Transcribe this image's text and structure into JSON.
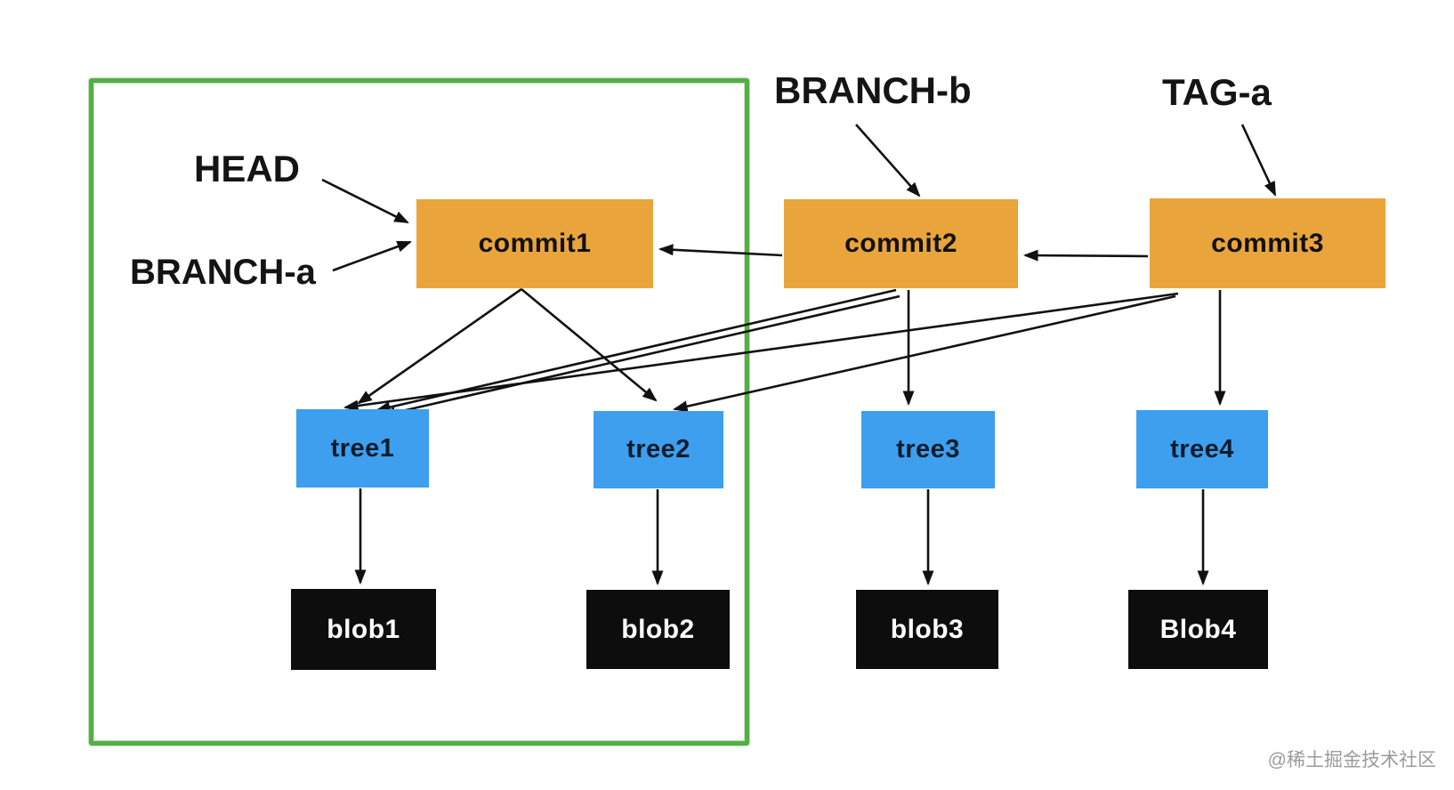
{
  "diagram": {
    "nodes": [
      {
        "id": "commit1",
        "label": "commit1",
        "type": "commit"
      },
      {
        "id": "commit2",
        "label": "commit2",
        "type": "commit"
      },
      {
        "id": "commit3",
        "label": "commit3",
        "type": "commit"
      },
      {
        "id": "tree1",
        "label": "tree1",
        "type": "tree"
      },
      {
        "id": "tree2",
        "label": "tree2",
        "type": "tree"
      },
      {
        "id": "tree3",
        "label": "tree3",
        "type": "tree"
      },
      {
        "id": "tree4",
        "label": "tree4",
        "type": "tree"
      },
      {
        "id": "blob1",
        "label": "blob1",
        "type": "blob"
      },
      {
        "id": "blob2",
        "label": "blob2",
        "type": "blob"
      },
      {
        "id": "blob3",
        "label": "blob3",
        "type": "blob"
      },
      {
        "id": "blob4",
        "label": "Blob4",
        "type": "blob"
      }
    ],
    "refs": [
      {
        "id": "head",
        "label": "HEAD",
        "points_to": "commit1"
      },
      {
        "id": "branch-a",
        "label": "BRANCH-a",
        "points_to": "commit1"
      },
      {
        "id": "branch-b",
        "label": "BRANCH-b",
        "points_to": "commit2"
      },
      {
        "id": "tag-a",
        "label": "TAG-a",
        "points_to": "commit3"
      }
    ],
    "edges": [
      {
        "id": "commit2-commit1",
        "from": "commit2",
        "to": "commit1"
      },
      {
        "id": "commit3-commit2",
        "from": "commit3",
        "to": "commit2"
      },
      {
        "id": "commit1-tree1",
        "from": "commit1",
        "to": "tree1"
      },
      {
        "id": "commit1-tree2",
        "from": "commit1",
        "to": "tree2"
      },
      {
        "id": "commit2-tree1-a",
        "from": "commit2",
        "to": "tree1"
      },
      {
        "id": "commit2-tree1-b",
        "from": "commit2",
        "to": "tree1"
      },
      {
        "id": "commit2-tree3",
        "from": "commit2",
        "to": "tree3"
      },
      {
        "id": "commit3-tree1",
        "from": "commit3",
        "to": "tree1"
      },
      {
        "id": "commit3-tree2",
        "from": "commit3",
        "to": "tree2"
      },
      {
        "id": "commit3-tree4",
        "from": "commit3",
        "to": "tree4"
      },
      {
        "id": "tree1-blob1",
        "from": "tree1",
        "to": "blob1"
      },
      {
        "id": "tree2-blob2",
        "from": "tree2",
        "to": "blob2"
      },
      {
        "id": "tree3-blob3",
        "from": "tree3",
        "to": "blob3"
      },
      {
        "id": "tree4-blob4",
        "from": "tree4",
        "to": "blob4"
      },
      {
        "id": "head-commit1",
        "from": "head",
        "to": "commit1"
      },
      {
        "id": "branch-a-commit1",
        "from": "branch-a",
        "to": "commit1"
      },
      {
        "id": "branch-b-commit2",
        "from": "branch-b",
        "to": "commit2"
      },
      {
        "id": "tag-a-commit3",
        "from": "tag-a",
        "to": "commit3"
      }
    ],
    "colors": {
      "commit_fill": "#e9a53c",
      "tree_fill": "#3d9fee",
      "blob_fill": "#0d0d0d",
      "frame_stroke": "#55ae47",
      "arrow_stroke": "#111111"
    }
  },
  "watermark": "@稀土掘金技术社区"
}
